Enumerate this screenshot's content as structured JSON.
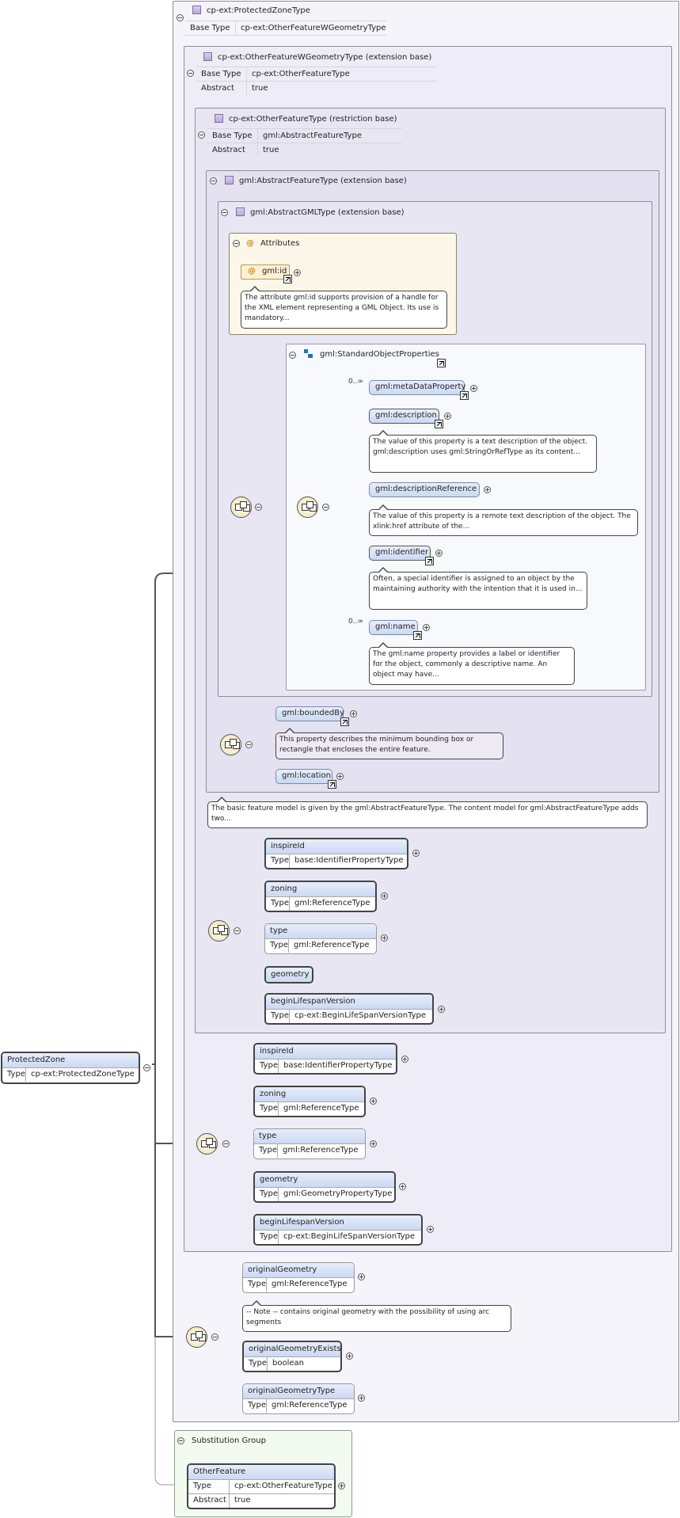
{
  "root": {
    "name": "ProtectedZone",
    "type_key": "Type",
    "type_value": "cp-ext:ProtectedZoneType"
  },
  "complex_type": {
    "title": "cp-ext:ProtectedZoneType",
    "base_type_key": "Base Type",
    "base_type_value": "cp-ext:OtherFeatureWGeometryType"
  },
  "ext1": {
    "title": "cp-ext:OtherFeatureWGeometryType (extension base)",
    "base_type_key": "Base Type",
    "base_type_value": "cp-ext:OtherFeatureType",
    "abstract_key": "Abstract",
    "abstract_value": "true"
  },
  "ext2": {
    "title": "cp-ext:OtherFeatureType (restriction base)",
    "base_type_key": "Base Type",
    "base_type_value": "gml:AbstractFeatureType",
    "abstract_key": "Abstract",
    "abstract_value": "true"
  },
  "ext3": {
    "title": "gml:AbstractFeatureType (extension base)",
    "note": "The basic feature model is given by the gml:AbstractFeatureType. The content model for gml:AbstractFeatureType adds two..."
  },
  "ext4": {
    "title": "gml:AbstractGMLType (extension base)"
  },
  "attributes": {
    "title": "Attributes",
    "attr_name": "gml:id",
    "note": "The attribute gml:id supports provision of a handle for the XML element representing a GML Object. Its use is mandatory..."
  },
  "std_props": {
    "title": "gml:StandardObjectProperties",
    "card1": "0..∞",
    "card2": "0..∞",
    "items": [
      {
        "name": "gml:metaDataProperty"
      },
      {
        "name": "gml:description",
        "note": "The value of this property is a text description of the object. gml:description uses gml:StringOrRefType as its content..."
      },
      {
        "name": "gml:descriptionReference",
        "note": "The value of this property is a remote text description of the object. The xlink:href attribute of the..."
      },
      {
        "name": "gml:identifier",
        "note": "Often, a special identifier is assigned to an object by the maintaining authority with the intention that it is used in..."
      },
      {
        "name": "gml:name",
        "note": "The gml:name property provides a label or identifier for the object, commonly a descriptive name. An object may have..."
      }
    ]
  },
  "feature_props": {
    "bounded_by": "gml:boundedBy",
    "bounded_by_note": "This property describes the minimum bounding box or rectangle that encloses the entire feature.",
    "location": "gml:location"
  },
  "restriction_seq": [
    {
      "name": "inspireId",
      "type": "base:IdentifierPropertyType"
    },
    {
      "name": "zoning",
      "type": "gml:ReferenceType"
    },
    {
      "name": "type",
      "type": "gml:ReferenceType"
    },
    {
      "name": "geometry"
    },
    {
      "name": "beginLifespanVersion",
      "type": "cp-ext:BeginLifeSpanVersionType"
    }
  ],
  "ext1_seq": [
    {
      "name": "inspireId",
      "type": "base:IdentifierPropertyType"
    },
    {
      "name": "zoning",
      "type": "gml:ReferenceType"
    },
    {
      "name": "type",
      "type": "gml:ReferenceType"
    },
    {
      "name": "geometry",
      "type": "gml:GeometryPropertyType"
    },
    {
      "name": "beginLifespanVersion",
      "type": "cp-ext:BeginLifeSpanVersionType"
    }
  ],
  "own_seq": [
    {
      "name": "originalGeometry",
      "type": "gml:ReferenceType",
      "note": "-- Note -- contains original geometry with the possibility of using arc segments"
    },
    {
      "name": "originalGeometryExists",
      "type": "boolean"
    },
    {
      "name": "originalGeometryType",
      "type": "gml:ReferenceType"
    }
  ],
  "type_key": "Type",
  "substitution": {
    "title": "Substitution Group",
    "name": "OtherFeature",
    "type_key": "Type",
    "type_value": "cp-ext:OtherFeatureType",
    "abstract_key": "Abstract",
    "abstract_value": "true"
  }
}
